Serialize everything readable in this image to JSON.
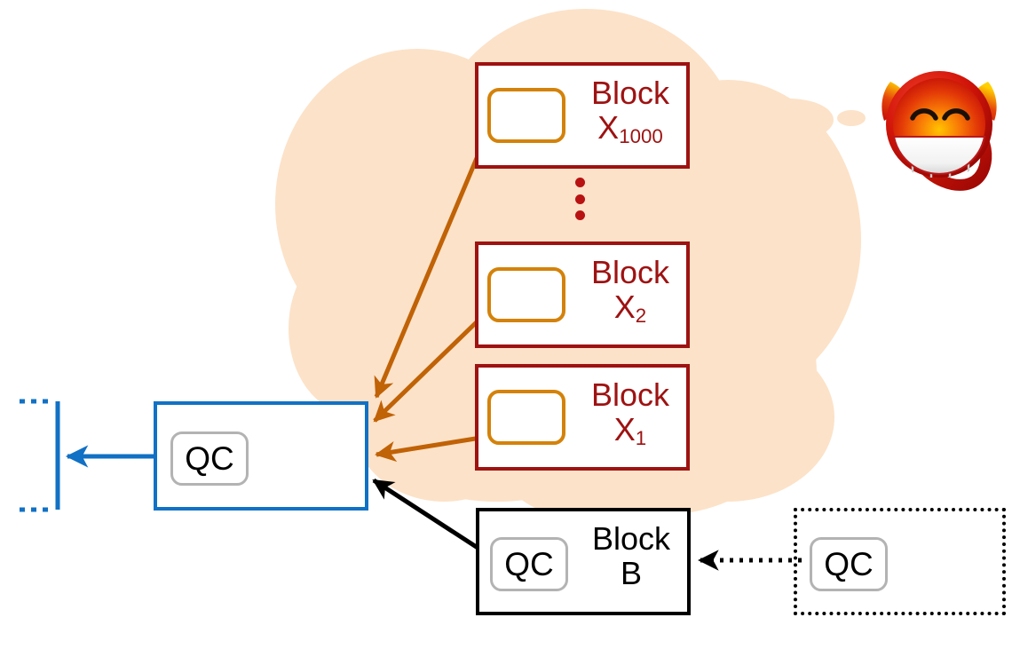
{
  "diagram": {
    "title": "Adversarial block withholding / chain fork diagram",
    "colors": {
      "cloud": "#FCE2C8",
      "adversary_red": "#9E1212",
      "adversary_block_border": "#9E1212",
      "adversary_arrow": "#C06206",
      "adversary_slot": "#D4820A",
      "honest_black": "#000000",
      "chain_blue": "#1171C4",
      "slot_gray": "#B3B3B3",
      "dots_red": "#B81212"
    },
    "adversary_blocks": [
      {
        "name": "block-x1000",
        "label_line1": "Block",
        "label_line2_base": "X",
        "label_line2_sub": "1000",
        "slot_label": ""
      },
      {
        "name": "block-x2",
        "label_line1": "Block",
        "label_line2_base": "X",
        "label_line2_sub": "2",
        "slot_label": ""
      },
      {
        "name": "block-x1",
        "label_line1": "Block",
        "label_line2_base": "X",
        "label_line2_sub": "1",
        "slot_label": ""
      }
    ],
    "ellipsis_dots": 3,
    "honest_block": {
      "name": "block-b",
      "label_line1": "Block",
      "label_line2": "B",
      "slot_label": "QC"
    },
    "pending_qc_box": {
      "name": "pending-qc-container",
      "slot_label": "QC"
    },
    "chain_tip_block": {
      "name": "chain-tip-block",
      "slot_label": "QC"
    },
    "chain_bracket": {
      "name": "existing-chain-bracket",
      "style": "dotted-open-bracket"
    },
    "adversary_icon": {
      "name": "devil-emoji",
      "glyph": "devil-face",
      "meaning": "adversary"
    },
    "thought_cloud": {
      "name": "thought-cloud",
      "meaning": "adversary private plan"
    }
  }
}
